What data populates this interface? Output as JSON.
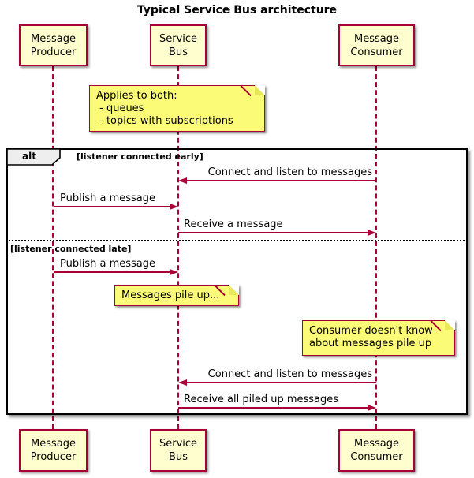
{
  "title": "Typical Service Bus architecture",
  "participants": [
    {
      "id": "message-producer",
      "lines": [
        "Message",
        "Producer"
      ]
    },
    {
      "id": "service-bus",
      "lines": [
        "Service",
        "Bus"
      ]
    },
    {
      "id": "message-consumer",
      "lines": [
        "Message",
        "Consumer"
      ]
    }
  ],
  "frame": {
    "operator": "alt",
    "guards": [
      "[listener connected early]",
      "[listener connected late]"
    ]
  },
  "notes": [
    {
      "lines": [
        "Applies to both:",
        " - queues",
        " - topics with subscriptions"
      ]
    },
    {
      "lines": [
        "Messages pile up..."
      ]
    },
    {
      "lines": [
        "Consumer doesn't know",
        "about messages pile up"
      ]
    }
  ],
  "messages": [
    {
      "label": "Connect and listen to messages",
      "from": "message-consumer",
      "to": "service-bus",
      "direction": "left"
    },
    {
      "label": "Publish a message",
      "from": "message-producer",
      "to": "service-bus",
      "direction": "right"
    },
    {
      "label": "Receive a message",
      "from": "service-bus",
      "to": "message-consumer",
      "direction": "right"
    },
    {
      "label": "Publish a message",
      "from": "message-producer",
      "to": "service-bus",
      "direction": "right"
    },
    {
      "label": "Connect and listen to messages",
      "from": "message-consumer",
      "to": "service-bus",
      "direction": "left"
    },
    {
      "label": "Receive all piled up messages",
      "from": "service-bus",
      "to": "message-consumer",
      "direction": "right"
    }
  ],
  "colors": {
    "participant_fill": "#FEFECE",
    "participant_border": "#A80036",
    "note_fill": "#FBFB77",
    "note_border": "#A80036",
    "lifeline": "#A80036",
    "arrow": "#A80036",
    "frame_border": "#000000",
    "operator_fill": "#EEEEEE",
    "text": "#000000",
    "background": "#FFFFFF"
  }
}
